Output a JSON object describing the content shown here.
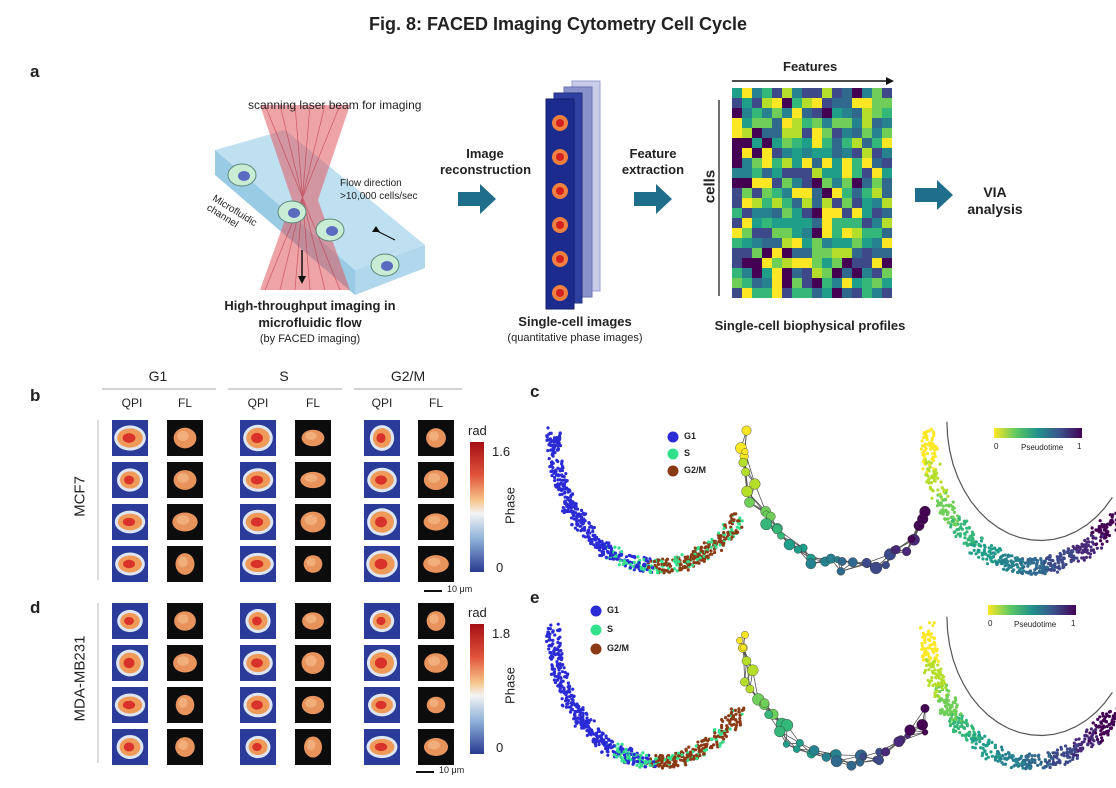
{
  "title": "Fig. 8: FACED Imaging Cytometry Cell Cycle",
  "panel_a": {
    "label": "a",
    "laser_label": "scanning laser beam for imaging",
    "channel_label": "Microfluidic channel",
    "flow_label_1": "Flow direction",
    "flow_label_2": ">10,000 cells/sec",
    "caption_1": "High-throughput imaging in",
    "caption_2": "microfluidic flow",
    "caption_3": "(by FACED imaging)",
    "step_reconstruction_1": "Image",
    "step_reconstruction_2": "reconstruction",
    "step_extraction_1": "Feature",
    "step_extraction_2": "extraction",
    "single_cell_images": "Single-cell images",
    "single_cell_images_sub": "(quantitative phase images)",
    "features_label": "Features",
    "cells_label": "cells",
    "profiles_label": "Single-cell biophysical profiles",
    "via_1": "VIA",
    "via_2": "analysis"
  },
  "panel_b": {
    "label": "b",
    "phases": [
      "G1",
      "S",
      "G2/M"
    ],
    "qpi": "QPI",
    "fl": "FL",
    "cell_line": "MCF7",
    "colorbar_unit": "rad",
    "colorbar_max": "1.6",
    "colorbar_min": "0",
    "colorbar_title": "Phase",
    "scale_bar": "10 μm"
  },
  "panel_c": {
    "label": "c",
    "legend": [
      "G1",
      "S",
      "G2/M"
    ],
    "pseudotime_label": "Pseudotime",
    "pseudotime_min": "0",
    "pseudotime_max": "1"
  },
  "panel_d": {
    "label": "d",
    "cell_line": "MDA-MB231",
    "colorbar_unit": "rad",
    "colorbar_max": "1.8",
    "colorbar_min": "0",
    "colorbar_title": "Phase",
    "scale_bar": "10 μm"
  },
  "panel_e": {
    "label": "e",
    "legend": [
      "G1",
      "S",
      "G2/M"
    ],
    "pseudotime_label": "Pseudotime",
    "pseudotime_min": "0",
    "pseudotime_max": "1"
  },
  "colors": {
    "arrow": "#1f6e8c",
    "g1": "#2b2bd6",
    "s": "#33e08c",
    "g2m": "#8a3a14",
    "viridis_low": "#fde725",
    "viridis_high": "#440154"
  }
}
